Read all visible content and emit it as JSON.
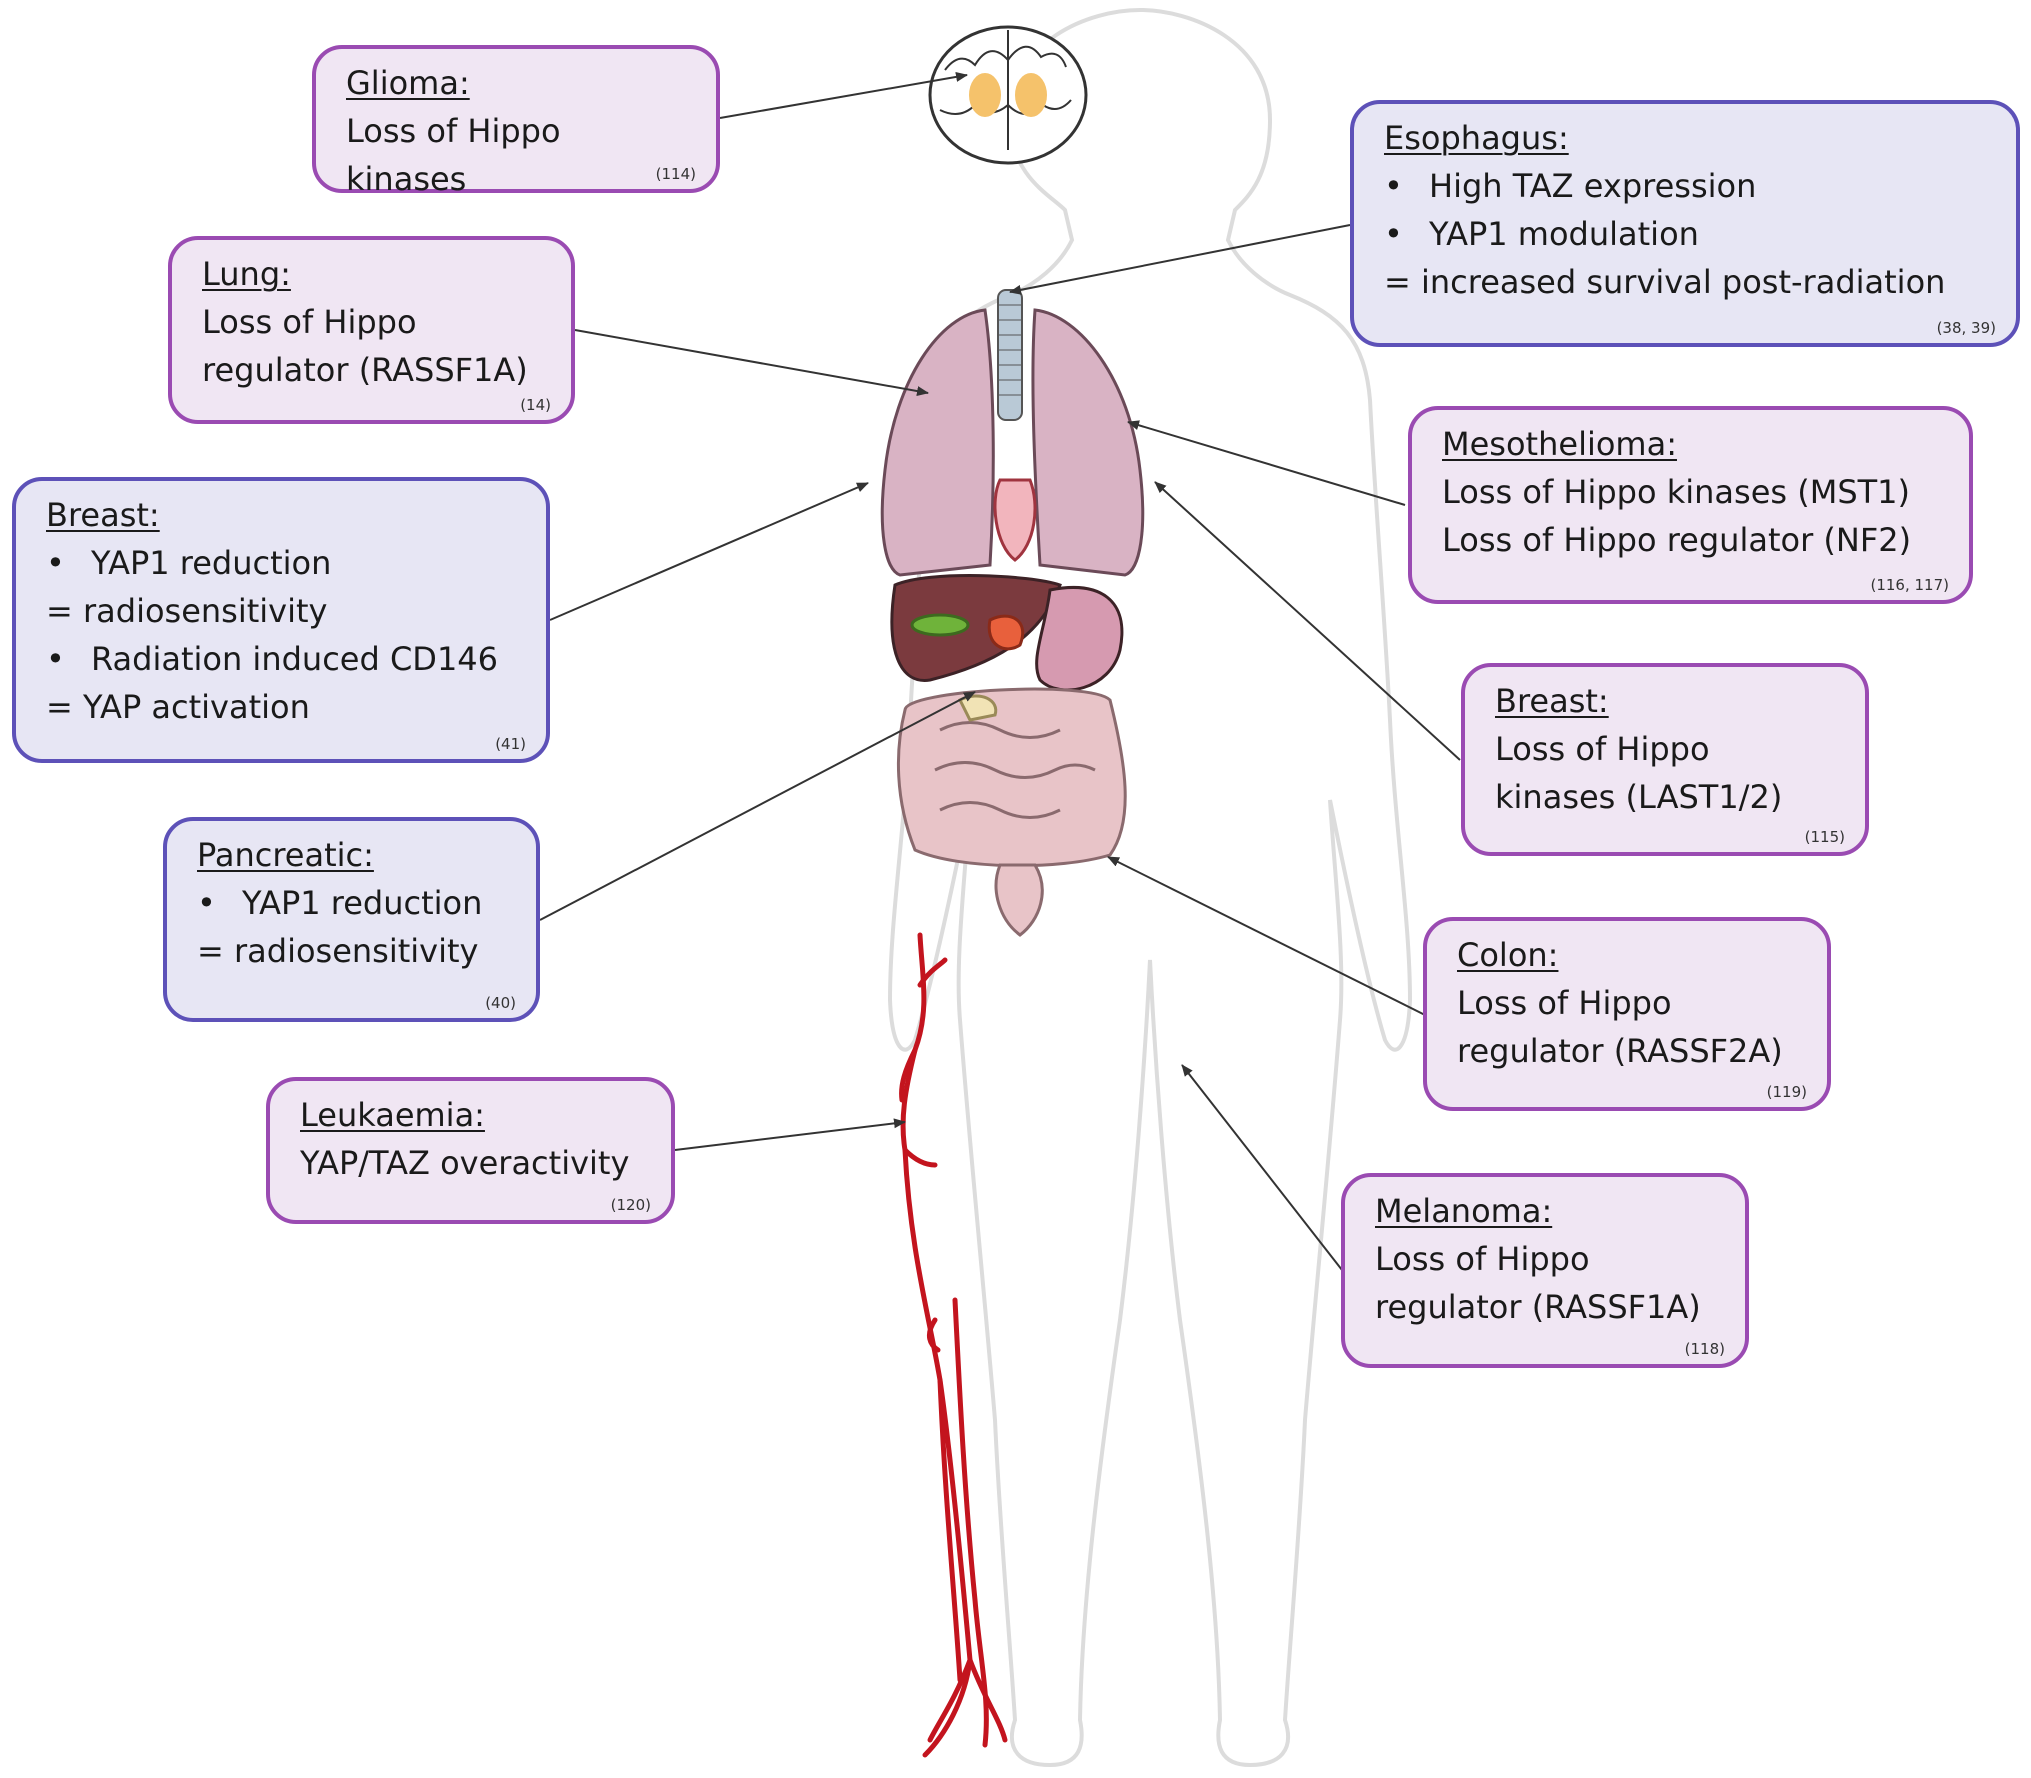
{
  "colors": {
    "box_purple_fill": "#f0e6f3",
    "box_purple_border": "#9a4bb2",
    "box_blue_fill": "#e7e6f4",
    "box_blue_border": "#5d51b8",
    "arrow": "#333333",
    "body_outline": "#dcdcdc",
    "artery": "#c3141e",
    "lung": "#d9b3c4",
    "liver": "#7b3a3e",
    "intestine": "#e8c4c8"
  },
  "boxes": {
    "glioma": {
      "title": "Glioma:",
      "lines": [
        "Loss of Hippo",
        "kinases"
      ],
      "ref": "(114)"
    },
    "lung": {
      "title": "Lung:",
      "lines": [
        "Loss of Hippo",
        "regulator (RASSF1A)"
      ],
      "ref": "(14)"
    },
    "breast_left": {
      "title": "Breast:",
      "bullet1": "YAP1 reduction",
      "line1": "= radiosensitivity",
      "bullet2": "Radiation induced CD146",
      "line2": "= YAP activation",
      "ref": "(41)"
    },
    "pancreatic": {
      "title": "Pancreatic:",
      "bullet1": "YAP1 reduction",
      "line1": "= radiosensitivity",
      "ref": "(40)"
    },
    "leukaemia": {
      "title": "Leukaemia:",
      "lines": [
        "YAP/TAZ overactivity"
      ],
      "ref": "(120)"
    },
    "esophagus": {
      "title": "Esophagus:",
      "bullet1": "High TAZ expression",
      "bullet2": "YAP1 modulation",
      "line1": "= increased survival post-radiation",
      "ref": "(38, 39)"
    },
    "mesothelioma": {
      "title": "Mesothelioma:",
      "lines": [
        "Loss of Hippo kinases (MST1)",
        "Loss of Hippo regulator (NF2)"
      ],
      "ref": "(116, 117)"
    },
    "breast_right": {
      "title": "Breast:",
      "lines": [
        "Loss of Hippo",
        "kinases (LAST1/2)"
      ],
      "ref": "(115)"
    },
    "colon": {
      "title": "Colon:",
      "lines": [
        "Loss of Hippo",
        "regulator (RASSF2A)"
      ],
      "ref": "(119)"
    },
    "melanoma": {
      "title": "Melanoma:",
      "lines": [
        "Loss of Hippo",
        "regulator (RASSF1A)"
      ],
      "ref": "(118)"
    }
  }
}
